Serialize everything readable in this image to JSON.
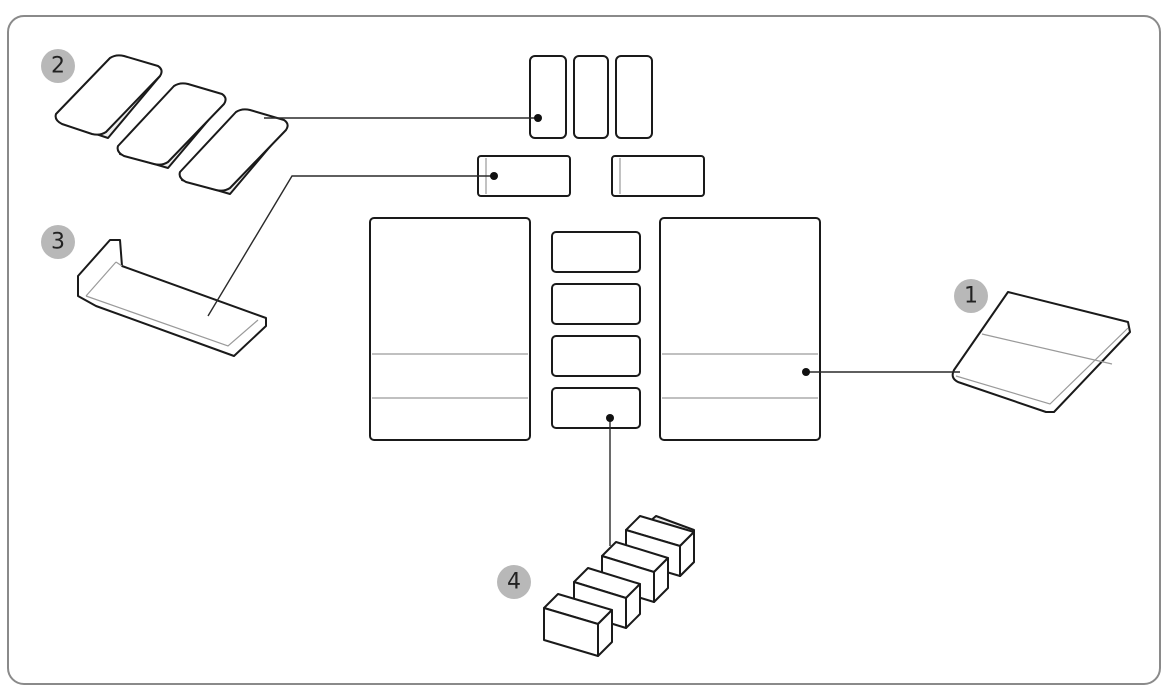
{
  "callouts": [
    {
      "id": "callout-1",
      "label": "1"
    },
    {
      "id": "callout-2",
      "label": "2"
    },
    {
      "id": "callout-3",
      "label": "3"
    },
    {
      "id": "callout-4",
      "label": "4"
    }
  ],
  "colors": {
    "frame": "#8a8a8a",
    "outline": "#1a1a1a",
    "callout_fill": "#b8b8b8"
  }
}
